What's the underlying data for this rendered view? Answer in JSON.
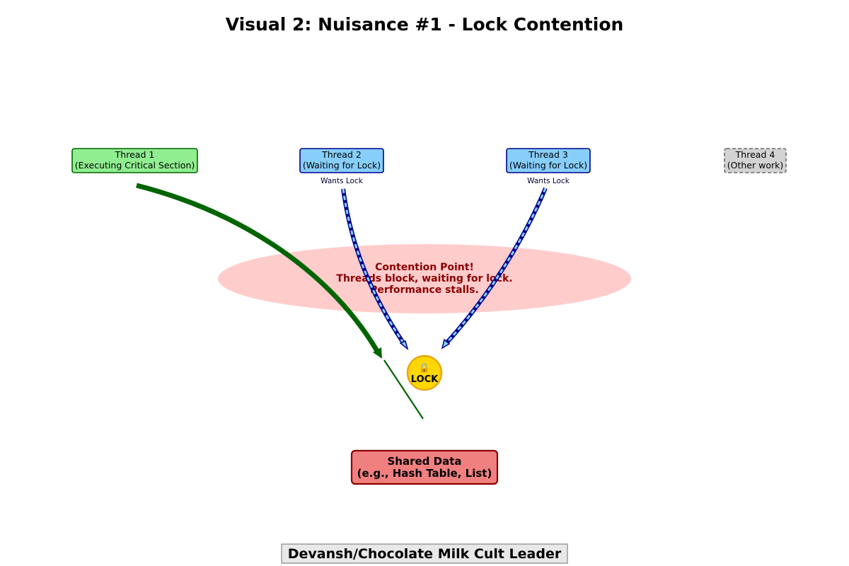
{
  "title": "Visual 2: Nuisance #1 - Lock Contention",
  "threads": [
    {
      "name": "Thread 1",
      "status": "(Executing Critical Section)",
      "state": "executing",
      "fill": "#90ee90",
      "stroke": "#006400"
    },
    {
      "name": "Thread 2",
      "status": "(Waiting for Lock)",
      "state": "waiting",
      "fill": "#87cefa",
      "stroke": "#00008b"
    },
    {
      "name": "Thread 3",
      "status": "(Waiting for Lock)",
      "state": "waiting",
      "fill": "#87cefa",
      "stroke": "#00008b"
    },
    {
      "name": "Thread 4",
      "status": "(Other work)",
      "state": "idle",
      "fill": "#d3d3d3",
      "stroke": "#696969"
    }
  ],
  "wants_lock_label": "Wants Lock",
  "contention": {
    "lines": [
      "Contention Point!",
      "Threads block, waiting for lock.",
      "Performance stalls."
    ],
    "fill": "#ffcccc",
    "text_color": "#8b0000"
  },
  "lock": {
    "icon": "lock-icon",
    "icon_glyph": "🔒",
    "label": "LOCK",
    "fill": "#ffd700",
    "stroke": "#e6a817"
  },
  "shared_data": {
    "lines": [
      "Shared Data",
      "(e.g., Hash Table, List)"
    ],
    "fill": "#f08080",
    "stroke": "#8b0000"
  },
  "credit": "Devansh/Chocolate Milk Cult Leader",
  "colors": {
    "executing_arrow": "#006400",
    "waiting_arrow_outline": "#00008b",
    "waiting_arrow_fill": "#87cefa"
  }
}
